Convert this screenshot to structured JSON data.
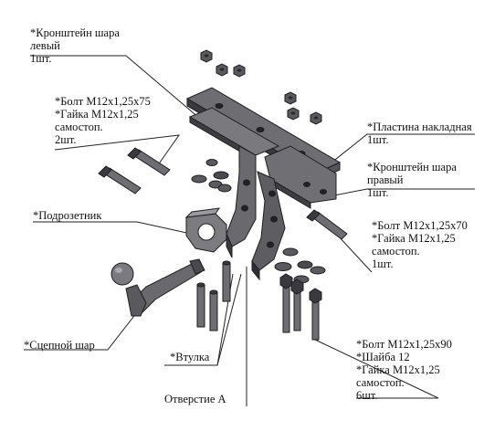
{
  "colors": {
    "part_fill": "#6e6e72",
    "part_dark": "#3a3a3e",
    "part_light": "#9a9aa0",
    "outline": "#1e1e22",
    "leader": "#222222"
  },
  "labels": {
    "bracket_left": [
      "*Кронштейн шара",
      "левый",
      "1шт."
    ],
    "bolt_75": [
      "*Болт М12х1,25х75",
      "*Гайка М12х1,25",
      "самостоп.",
      "2шт."
    ],
    "plate": [
      "*Пластина накладная",
      "1шт."
    ],
    "bracket_right": [
      "*Кронштейн шара",
      "правый",
      "1шт."
    ],
    "socket_plate": [
      "*Подрозетник"
    ],
    "bolt_70": [
      "*Болт М12х1,25х70",
      "*Гайка М12х1,25",
      "самостоп.",
      "1шт."
    ],
    "tow_ball": [
      "*Сцепной шар"
    ],
    "bushing": [
      "*Втулка"
    ],
    "bolt_90": [
      "*Болт М12х1,25х90",
      "*Шайба 12",
      "*Гайка М12х1,25",
      "самостоп.",
      "6шт."
    ],
    "hole_a": [
      "Отверстие А"
    ]
  }
}
